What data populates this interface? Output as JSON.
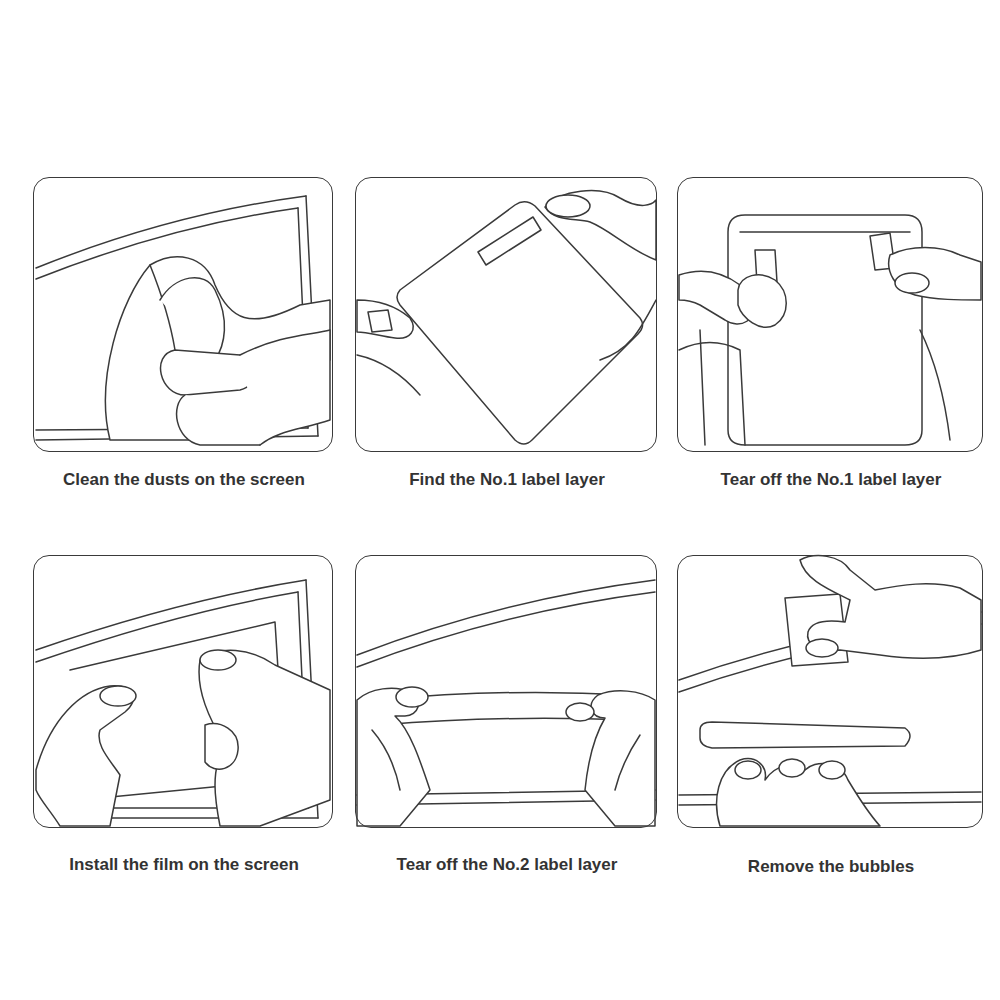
{
  "diagram": {
    "nodes": [
      {
        "text": [
          "Clean the dusts on the screen"
        ]
      },
      {
        "text": [
          "Find the No.1 label layer"
        ]
      },
      {
        "text": [
          "Tear off the No.1 label layer"
        ]
      },
      {
        "text": [
          "Install the film on the screen"
        ]
      },
      {
        "text": [
          "Tear off the No.2 label layer"
        ]
      },
      {
        "text": [
          "Remove the bubbles"
        ]
      }
    ]
  }
}
